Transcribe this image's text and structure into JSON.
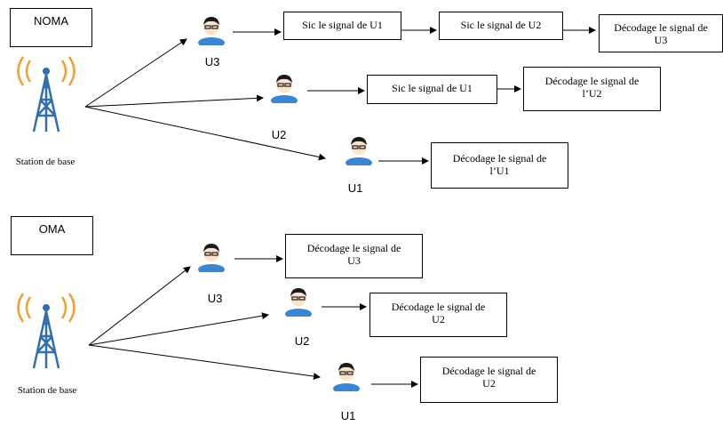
{
  "noma": {
    "title": "NOMA",
    "station_label": "Station de base",
    "users": {
      "u3": "U3",
      "u2": "U2",
      "u1": "U1"
    },
    "boxes": {
      "u3_sic1": "Sic le signal de U1",
      "u3_sic2": "Sic le signal de U2",
      "u3_dec_line1": "Décodage le signal de",
      "u3_dec_line2": "U3",
      "u2_sic1": "Sic le signal de U1",
      "u2_dec_line1": "Décodage le signal de",
      "u2_dec_line2": "l’U2",
      "u1_dec_line1": "Décodage le signal de",
      "u1_dec_line2": "l’U1"
    }
  },
  "oma": {
    "title": "OMA",
    "station_label": "Station de base",
    "users": {
      "u3": "U3",
      "u2": "U2",
      "u1": "U1"
    },
    "boxes": {
      "u3_dec_line1": "Décodage le signal de",
      "u3_dec_line2": "U3",
      "u2_dec_line1": "Décodage le signal de",
      "u2_dec_line2": "U2",
      "u1_dec_line1": "Décodage le signal de",
      "u1_dec_line2": "U2"
    }
  },
  "icons": {
    "tower": "radio-tower-icon",
    "user": "user-avatar-icon"
  },
  "colors": {
    "tower_steel": "#2f6fb0",
    "signal_waves": "#f0a030",
    "user_shirt": "#3a86d6",
    "user_skin": "#fbe3c8",
    "user_hair": "#1a1a1a"
  }
}
